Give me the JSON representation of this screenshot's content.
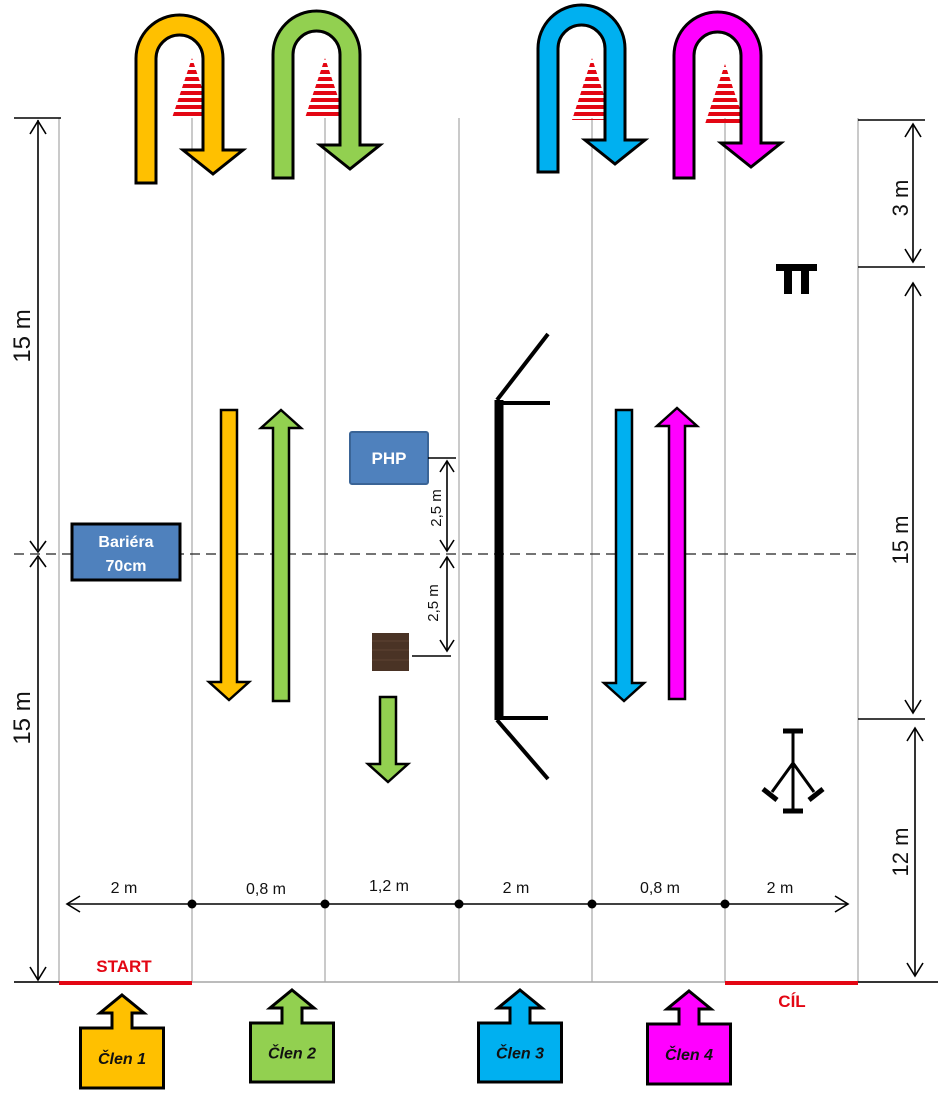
{
  "colors": {
    "member1": "#FFC000",
    "member2": "#92D050",
    "member3": "#00B0F0",
    "member4": "#FF00FF",
    "box_blue": "#4F81BD",
    "red": "#E30613",
    "wood": "#4a3325",
    "lane_line": "#a6a6a6"
  },
  "dimensions": {
    "left_top": "15 m",
    "left_bottom": "15 m",
    "right_top": "3 m",
    "right_middle": "15 m",
    "right_bottom": "12 m",
    "php_to_center": "2,5 m",
    "center_to_block": "2,5 m",
    "widths": [
      "2 m",
      "0,8 m",
      "1,2 m",
      "2 m",
      "0,8 m",
      "2 m"
    ]
  },
  "obstacles": {
    "barrier_line1": "Bariéra",
    "barrier_line2": "70cm",
    "php": "PHP"
  },
  "markers": {
    "start": "START",
    "finish": "CÍL"
  },
  "members": [
    {
      "label": "Člen 1",
      "color": "#FFC000"
    },
    {
      "label": "Člen 2",
      "color": "#92D050"
    },
    {
      "label": "Člen 3",
      "color": "#00B0F0"
    },
    {
      "label": "Člen 4",
      "color": "#FF00FF"
    }
  ],
  "symbols": {
    "pi_glyph": "π"
  }
}
